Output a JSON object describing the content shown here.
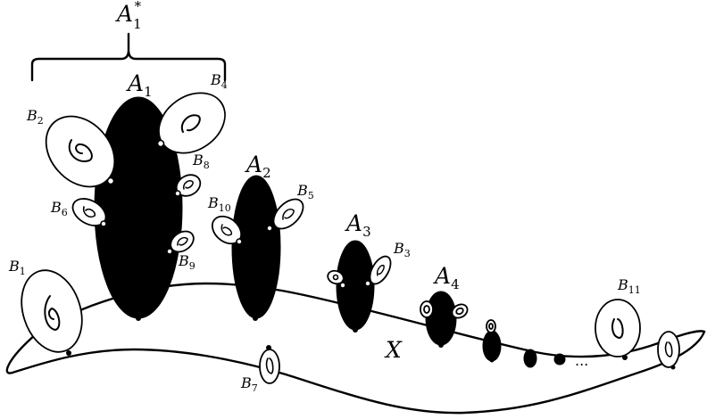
{
  "labels": {
    "a1_star": {
      "base": "A",
      "sub": "1",
      "sup": "*"
    },
    "a1": {
      "base": "A",
      "sub": "1"
    },
    "a2": {
      "base": "A",
      "sub": "2"
    },
    "a3": {
      "base": "A",
      "sub": "3"
    },
    "a4": {
      "base": "A",
      "sub": "4"
    },
    "x": "X",
    "ellipsis": "...",
    "b1": {
      "base": "B",
      "sub": "1"
    },
    "b2": {
      "base": "B",
      "sub": "2"
    },
    "b3": {
      "base": "B",
      "sub": "3"
    },
    "b4": {
      "base": "B",
      "sub": "4"
    },
    "b5": {
      "base": "B",
      "sub": "5"
    },
    "b6": {
      "base": "B",
      "sub": "6"
    },
    "b7": {
      "base": "B",
      "sub": "7"
    },
    "b8": {
      "base": "B",
      "sub": "8"
    },
    "b9": {
      "base": "B",
      "sub": "9"
    },
    "b10": {
      "base": "B",
      "sub": "10"
    },
    "b11": {
      "base": "B",
      "sub": "11"
    }
  }
}
